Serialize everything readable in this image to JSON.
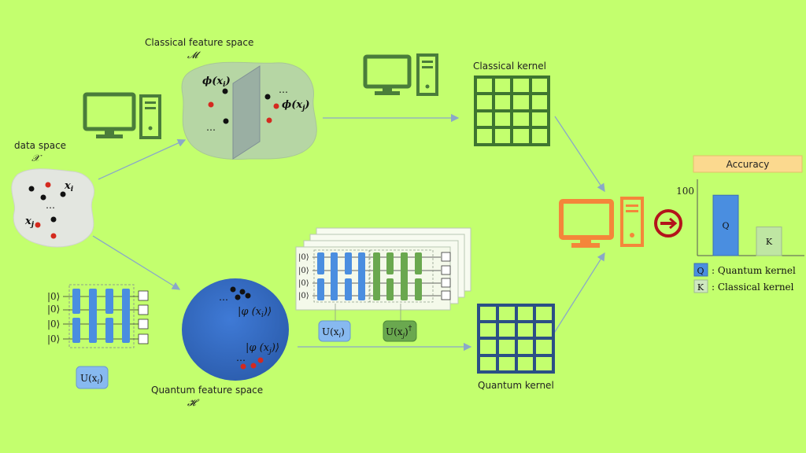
{
  "labels": {
    "classical_feature_space": "Classical feature space",
    "classical_feature_space_symbol": "𝓜",
    "data_space": "data space",
    "data_space_symbol": "𝒳",
    "classical_kernel": "Classical kernel",
    "quantum_feature_space": "Quantum feature space",
    "quantum_feature_space_symbol": "𝓗",
    "quantum_kernel": "Quantum kernel"
  },
  "math": {
    "xi": "x",
    "xi_sub": "i",
    "xj": "x",
    "xj_sub": "j",
    "dots": "…",
    "phi_xi": "ϕ(x",
    "phi_xi_sub": "i",
    "phi_xj": "ϕ(x",
    "phi_xj_sub": "j",
    "qphi_xi": "|φ (x",
    "qphi_xi_sub": "i",
    "qphi_xj": "|φ (x",
    "qphi_xj_sub": "j",
    "ket0": "|0⟩",
    "u_xi": "U(x",
    "u_xi_sub": "i",
    "u_xj": "U(x",
    "u_xj_sub": "j",
    "dagger": "†"
  },
  "chart": {
    "title": "Accuracy",
    "y_tick": "100",
    "bar_q_label": "Q",
    "bar_k_label": "K",
    "legend_q_key": "Q",
    "legend_q_text": ": Quantum kernel",
    "legend_k_key": "K",
    "legend_k_text": ": Classical kernel"
  },
  "chart_data": {
    "type": "bar",
    "title": "Accuracy",
    "categories": [
      "Q",
      "K"
    ],
    "values": [
      95,
      45
    ],
    "ylim": [
      0,
      120
    ],
    "y_ticks": [
      100
    ],
    "legend": [
      {
        "key": "Q",
        "name": "Quantum kernel",
        "color": "#4a8ee0"
      },
      {
        "key": "K",
        "name": "Classical kernel",
        "color": "#bfe6a3"
      }
    ]
  },
  "colors": {
    "background": "#c3ff6e",
    "computer_green": "#4a7d3a",
    "computer_orange": "#f4863a",
    "kernel_green": "#3e7530",
    "kernel_blue": "#2b4f86",
    "quantum_blue": "#3a72c9",
    "gate_blue": "#4a8ee0",
    "gate_green": "#6aa84f",
    "arrow": "#8aa8c8"
  }
}
